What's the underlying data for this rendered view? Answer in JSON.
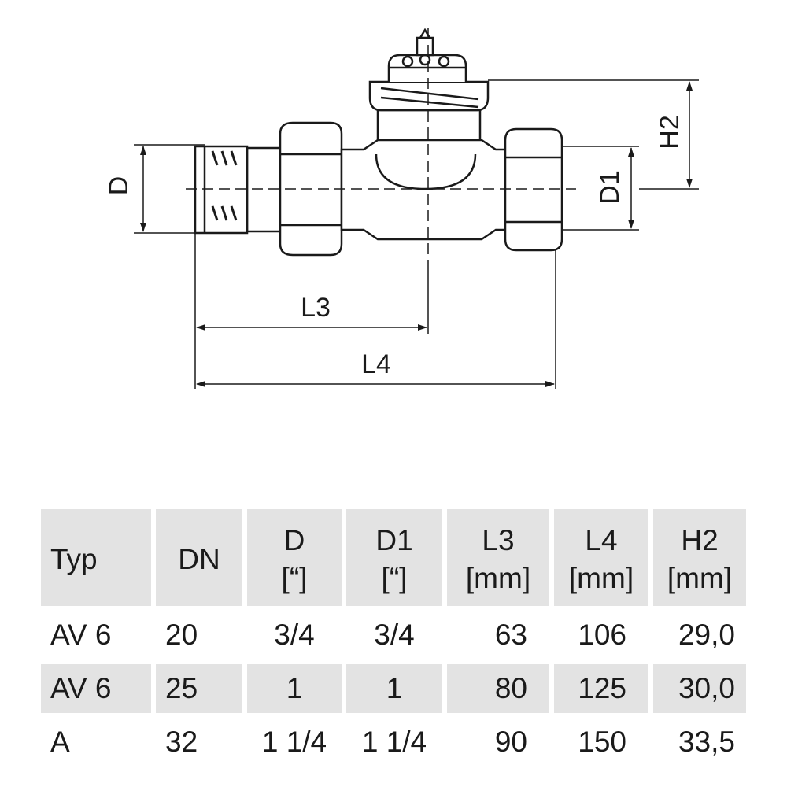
{
  "drawing": {
    "labels": {
      "D": "D",
      "D1": "D1",
      "H2": "H2",
      "L3": "L3",
      "L4": "L4"
    }
  },
  "table": {
    "headers": [
      {
        "name": "Typ",
        "unit": ""
      },
      {
        "name": "DN",
        "unit": ""
      },
      {
        "name": "D",
        "unit": "[“]"
      },
      {
        "name": "D1",
        "unit": "[“]"
      },
      {
        "name": "L3",
        "unit": "[mm]"
      },
      {
        "name": "L4",
        "unit": "[mm]"
      },
      {
        "name": "H2",
        "unit": "[mm]"
      }
    ],
    "rows": [
      [
        "AV 6",
        "20",
        "3/4",
        "3/4",
        "63",
        "106",
        "29,0"
      ],
      [
        "AV 6",
        "25",
        "1",
        "1",
        "80",
        "125",
        "30,0"
      ],
      [
        "A",
        "32",
        "1 1/4",
        "1 1/4",
        "90",
        "150",
        "33,5"
      ]
    ]
  }
}
